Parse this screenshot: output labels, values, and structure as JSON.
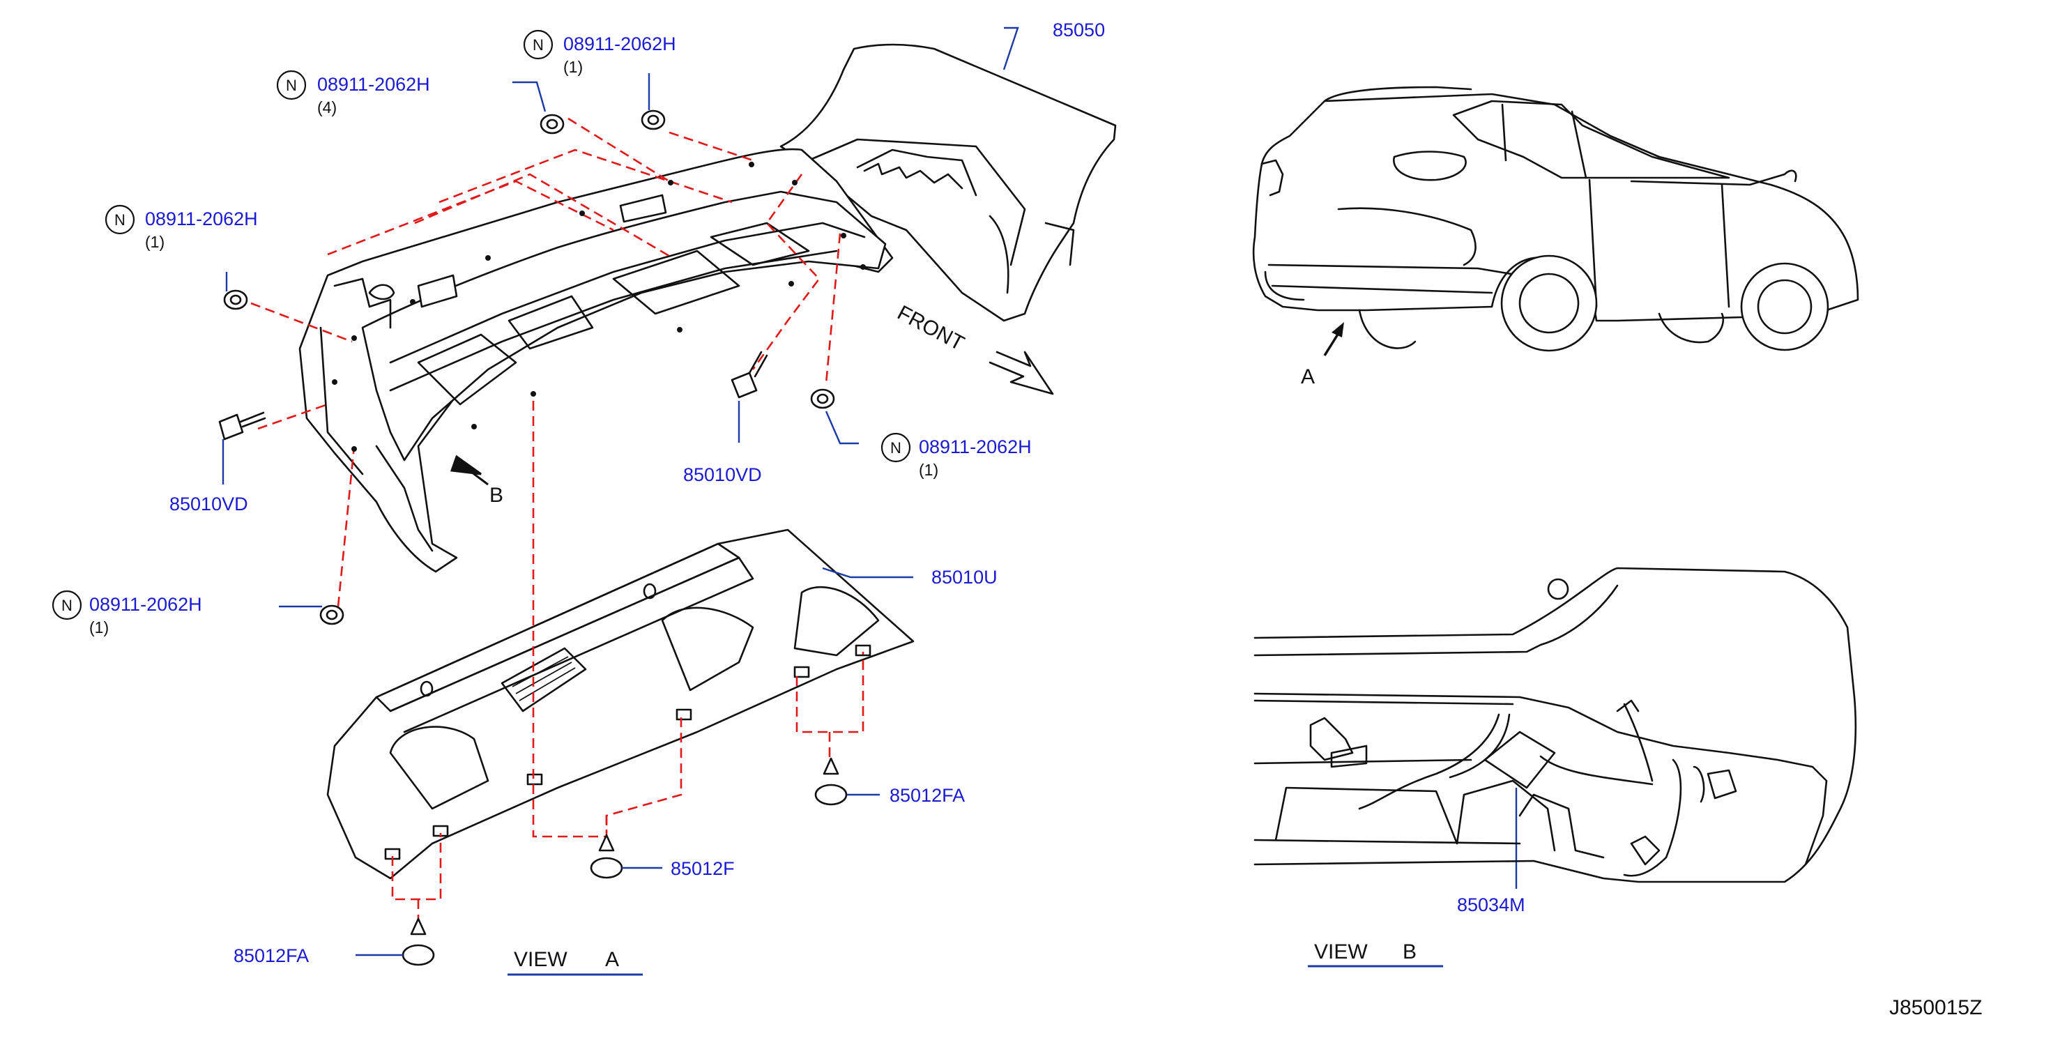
{
  "nut_code": "N",
  "callouts": {
    "nut_top_left": {
      "part": "08911-2062H",
      "qty": "(4)"
    },
    "nut_top_center": {
      "part": "08911-2062H",
      "qty": "(1)"
    },
    "nut_left": {
      "part": "08911-2062H",
      "qty": "(1)"
    },
    "nut_right": {
      "part": "08911-2062H",
      "qty": "(1)"
    },
    "nut_bottom": {
      "part": "08911-2062H",
      "qty": "(1)"
    },
    "bumper_fascia": {
      "part": "85050"
    },
    "bolt_left": {
      "part": "85010VD"
    },
    "bolt_right": {
      "part": "85010VD"
    },
    "under_cover": {
      "part": "85010U"
    },
    "clip_right": {
      "part": "85012FA"
    },
    "clip_center": {
      "part": "85012F"
    },
    "clip_left": {
      "part": "85012FA"
    },
    "sensor_bracket": {
      "part": "85034M"
    }
  },
  "direction_label": "FRONT",
  "view_markers": {
    "a": "A",
    "b": "B"
  },
  "view_captions": {
    "a": {
      "word": "VIEW",
      "letter": "A"
    },
    "b": {
      "word": "VIEW",
      "letter": "B"
    }
  },
  "diagram_id": "J850015Z",
  "colors": {
    "label_blue": "#1a1ad6",
    "leader_blue": "#1a3aa8",
    "dashed_red": "#e01818",
    "line_black": "#111111"
  }
}
